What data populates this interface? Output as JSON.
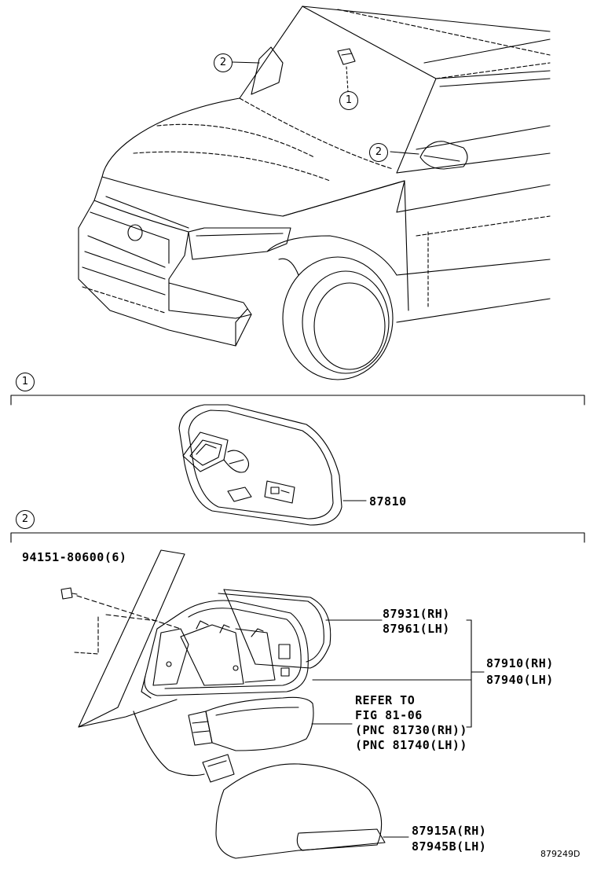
{
  "callouts": {
    "mirror_inner": "1",
    "mirror_outer": "2"
  },
  "sections": {
    "inner_marker": "1",
    "outer_marker": "2"
  },
  "parts": {
    "inner_mirror": "87810",
    "screw": "94151-80600(6)",
    "outer_mirror_rh": "87931(RH)",
    "outer_mirror_lh": "87961(LH)",
    "mirror_sub_assy_rh": "87910(RH)",
    "mirror_sub_assy_lh": "87940(LH)",
    "refer_line1": "REFER TO",
    "refer_line2": "FIG 81-06",
    "refer_pnc_rh": "(PNC 81730(RH))",
    "refer_pnc_lh": "(PNC 81740(LH))",
    "cover_rh": "87915A(RH)",
    "cover_lh": "87945B(LH)"
  },
  "figure_code": "879249D"
}
